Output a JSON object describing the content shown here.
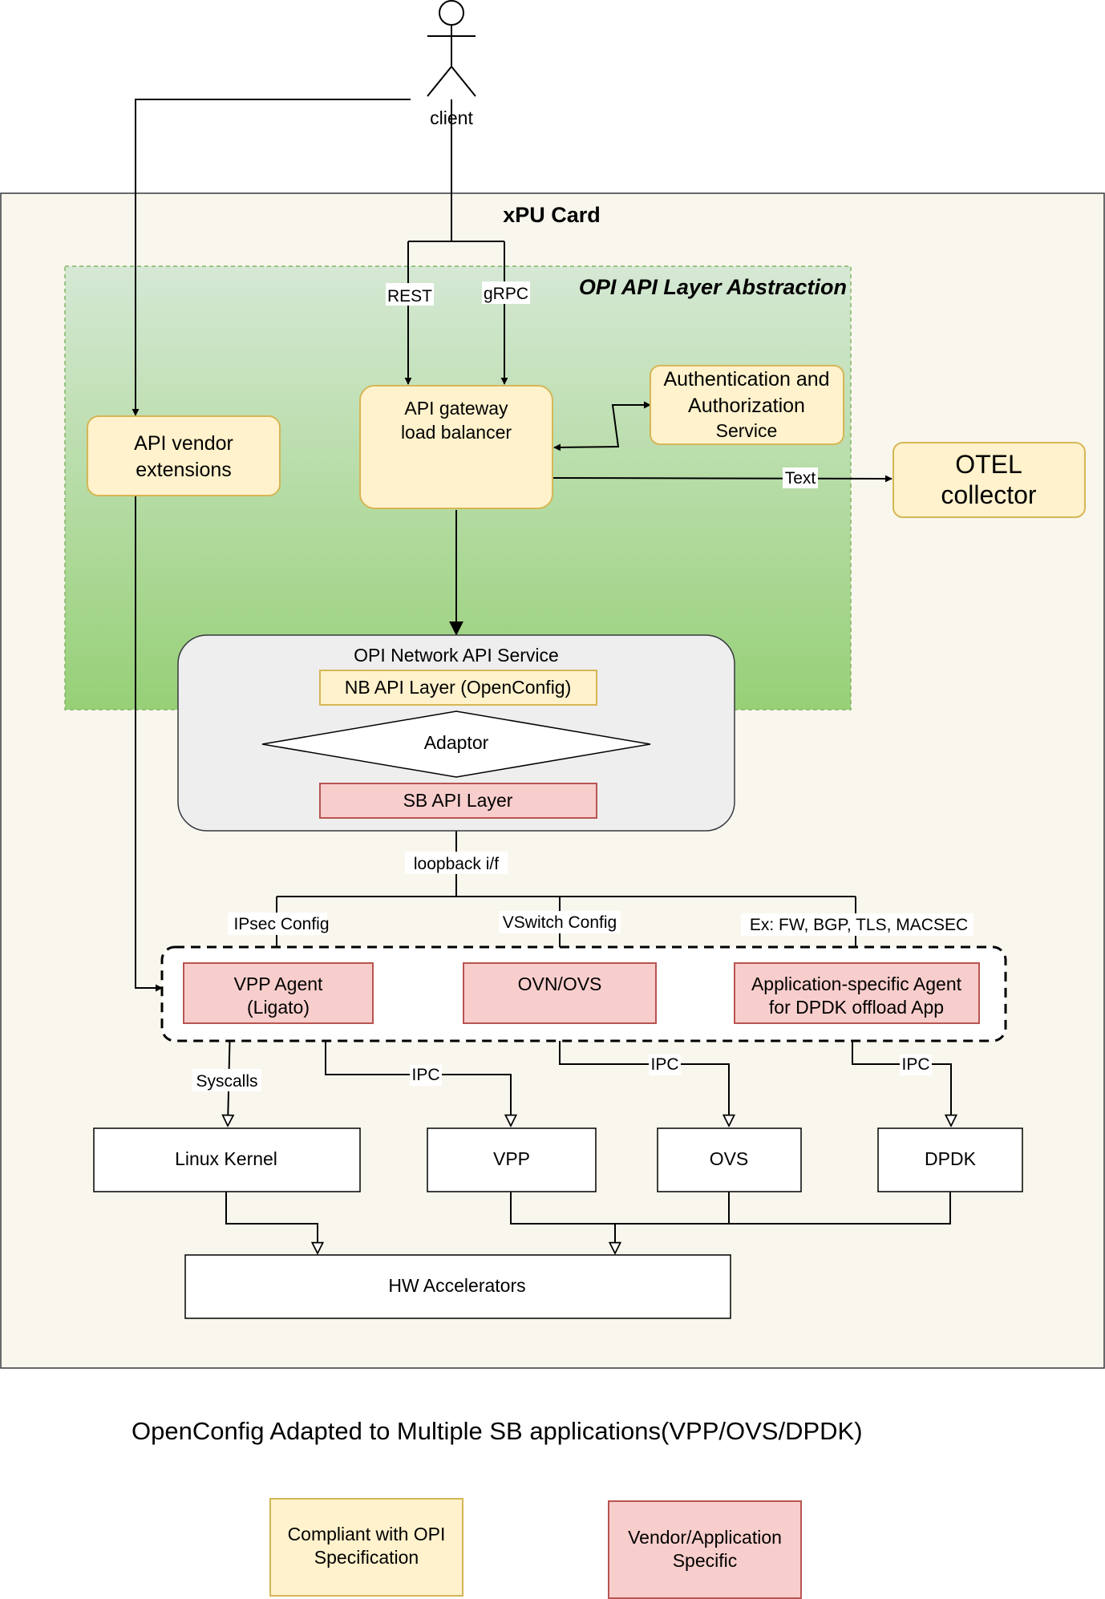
{
  "actor": {
    "label": "client"
  },
  "container": {
    "title": "xPU Card"
  },
  "api_layer": {
    "title": "OPI API Layer Abstraction"
  },
  "nodes": {
    "vendor_ext": {
      "line1": "API vendor",
      "line2": "extensions"
    },
    "gateway": {
      "line1": "API gateway",
      "line2": "load balancer"
    },
    "auth": {
      "line1": "Authentication and",
      "line2": "Authorization",
      "line3": "Service"
    },
    "otel": {
      "line1": "OTEL",
      "line2": "collector"
    },
    "network_service": {
      "title": "OPI Network API Service"
    },
    "nb_layer": {
      "label": "NB API Layer (OpenConfig)"
    },
    "adaptor": {
      "label": "Adaptor"
    },
    "sb_layer": {
      "label": "SB API Layer"
    },
    "vpp_agent": {
      "line1": "VPP Agent",
      "line2": "(Ligato)"
    },
    "ovn_ovs": {
      "label": "OVN/OVS"
    },
    "app_agent": {
      "line1": "Application-specific Agent",
      "line2": "for DPDK offload App"
    },
    "linux_kernel": {
      "label": "Linux Kernel"
    },
    "vpp": {
      "label": "VPP"
    },
    "ovs": {
      "label": "OVS"
    },
    "dpdk": {
      "label": "DPDK"
    },
    "hw_accel": {
      "label": "HW Accelerators"
    }
  },
  "edge_labels": {
    "rest": "REST",
    "grpc": "gRPC",
    "text": "Text",
    "loopback": "loopback i/f",
    "ipsec": "IPsec Config",
    "vswitch": "VSwitch Config",
    "ex": "Ex: FW, BGP, TLS, MACSEC",
    "syscalls": "Syscalls",
    "ipc_vpp": "IPC",
    "ipc_ovs": "IPC",
    "ipc_dpdk": "IPC"
  },
  "caption": "OpenConfig Adapted to Multiple SB applications(VPP/OVS/DPDK)",
  "legend": {
    "compliant": {
      "line1": "Compliant with OPI",
      "line2": "Specification"
    },
    "vendor": {
      "line1": "Vendor/Application",
      "line2": "Specific"
    }
  },
  "colors": {
    "opi_yellow_fill": "#fff2cc",
    "opi_yellow_stroke": "#d6b656",
    "vendor_red_fill": "#f8cecc",
    "vendor_red_stroke": "#b85450",
    "card_fill": "#f9f7ed",
    "layer_green_top": "#d5e8d4",
    "layer_green_bottom": "#97d077",
    "service_gray": "#eeeeee"
  }
}
